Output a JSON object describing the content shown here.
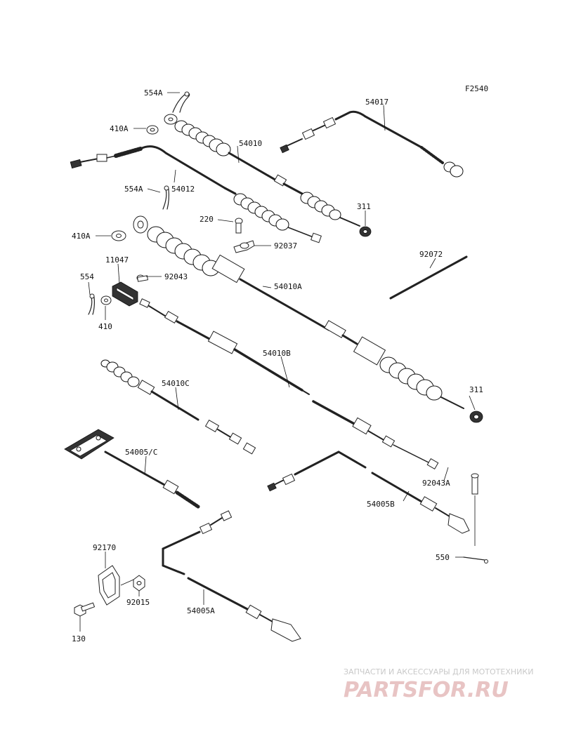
{
  "figure_code": "F2540",
  "labels": {
    "l_554a_1": "554A",
    "l_410a_1": "410A",
    "l_54017": "54017",
    "l_54010": "54010",
    "l_554a_2": "554A",
    "l_54012": "54012",
    "l_311_1": "311",
    "l_220": "220",
    "l_410a_2": "410A",
    "l_92037": "92037",
    "l_92072": "92072",
    "l_11047": "11047",
    "l_92043": "92043",
    "l_54010a": "54010A",
    "l_554": "554",
    "l_410": "410",
    "l_54010b": "54010B",
    "l_54010c": "54010C",
    "l_311_2": "311",
    "l_54005c": "54005/C",
    "l_92043a": "92043A",
    "l_54005b": "54005B",
    "l_550": "550",
    "l_92170": "92170",
    "l_92015": "92015",
    "l_54005a": "54005A",
    "l_130": "130"
  },
  "watermark": {
    "tagline": "ЗАПЧАСТИ И АКСЕССУАРЫ ДЛЯ МОТОТЕХНИКИ",
    "brand": "PARTSFOR.RU"
  }
}
